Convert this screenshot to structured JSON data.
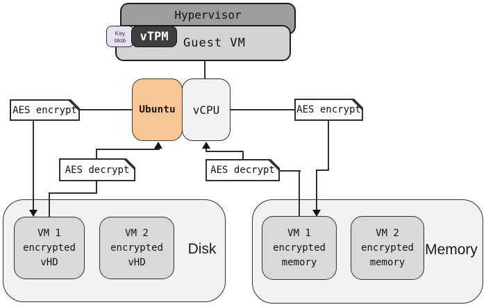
{
  "diagram": {
    "hypervisor": {
      "label": "Hypervisor"
    },
    "guest_vm": {
      "label": "Guest VM"
    },
    "vtpm": {
      "label": "vTPM"
    },
    "key_blob": {
      "line1": "Key",
      "line2": "blob"
    },
    "ubuntu": {
      "label": "Ubuntu"
    },
    "vcpu": {
      "label": "vCPU"
    },
    "aes_encrypt_left": {
      "label": "AES encrypt"
    },
    "aes_encrypt_right": {
      "label": "AES encrypt"
    },
    "aes_decrypt_left": {
      "label": "AES decrypt"
    },
    "aes_decrypt_right": {
      "label": "AES decrypt"
    },
    "disk": {
      "label": "Disk",
      "vm1": {
        "line1": "VM 1",
        "line2": "encrypted",
        "line3": "vHD"
      },
      "vm2": {
        "line1": "VM 2",
        "line2": "encrypted",
        "line3": "vHD"
      }
    },
    "memory": {
      "label": "Memory",
      "vm1": {
        "line1": "VM 1",
        "line2": "encrypted",
        "line3": "memory"
      },
      "vm2": {
        "line1": "VM 2",
        "line2": "encrypted",
        "line3": "memory"
      }
    },
    "colors": {
      "hypervisor_fill": "#9d9d9d",
      "guest_vm_fill": "#d3d3d3",
      "vtpm_fill": "#3e3e3e",
      "key_blob_fill": "#e7e1f3",
      "ubuntu_fill": "#f6c795",
      "vcpu_fill": "#f2f2f2",
      "container_fill": "#f2f2f2",
      "vm_box_fill": "#d9d9d9",
      "line_color": "#2e2e2e"
    }
  }
}
